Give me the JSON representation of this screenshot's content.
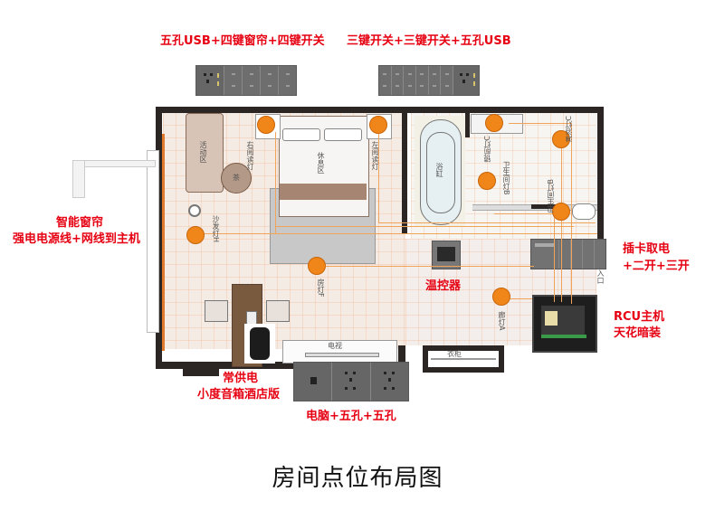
{
  "title": "房间点位布局图",
  "labels": {
    "panel_top_left": "五孔USB+四键窗帘+四键开关",
    "panel_top_right": "三键开关+三键开关+五孔USB",
    "curtain_line1": "智能窗帘",
    "curtain_line2": "强电电源线+网线到主机",
    "thermostat": "温控器",
    "card_switch_line1": "插卡取电",
    "card_switch_line2": "+二开+三开",
    "rcu_line1": "RCU主机",
    "rcu_line2": "天花暗装",
    "speaker_line1": "常供电",
    "speaker_line2": "小度音箱酒店版",
    "desk_panel": "电脑+五孔+五孔"
  },
  "rooms": {
    "living_area": "活动区",
    "table": "茶",
    "bed": "休息区",
    "tv": "电视",
    "bathtub": "浴缸",
    "wardrobe": "衣柜",
    "entrance": "入口"
  },
  "lights": [
    {
      "id": "right-bedside",
      "label": "右阅读灯"
    },
    {
      "id": "left-bedside",
      "label": "左阅读灯"
    },
    {
      "id": "sofa",
      "label": "沙发灯H"
    },
    {
      "id": "room",
      "label": "房灯F"
    },
    {
      "id": "mirror",
      "label": "镜前灯C"
    },
    {
      "id": "bath-b",
      "label": "卫生间灯B"
    },
    {
      "id": "shower",
      "label": "淋浴灯C"
    },
    {
      "id": "toilet-b",
      "label": "卫生间灯B"
    },
    {
      "id": "corridor",
      "label": "廊灯A"
    }
  ],
  "colors": {
    "accent_red": "#e60012",
    "light_dot": "#f08519",
    "wire": "#f2a35a",
    "wall": "#2b2624",
    "floor_bedroom": "#f4ece4",
    "panel_gray": "#6e6e6e"
  }
}
